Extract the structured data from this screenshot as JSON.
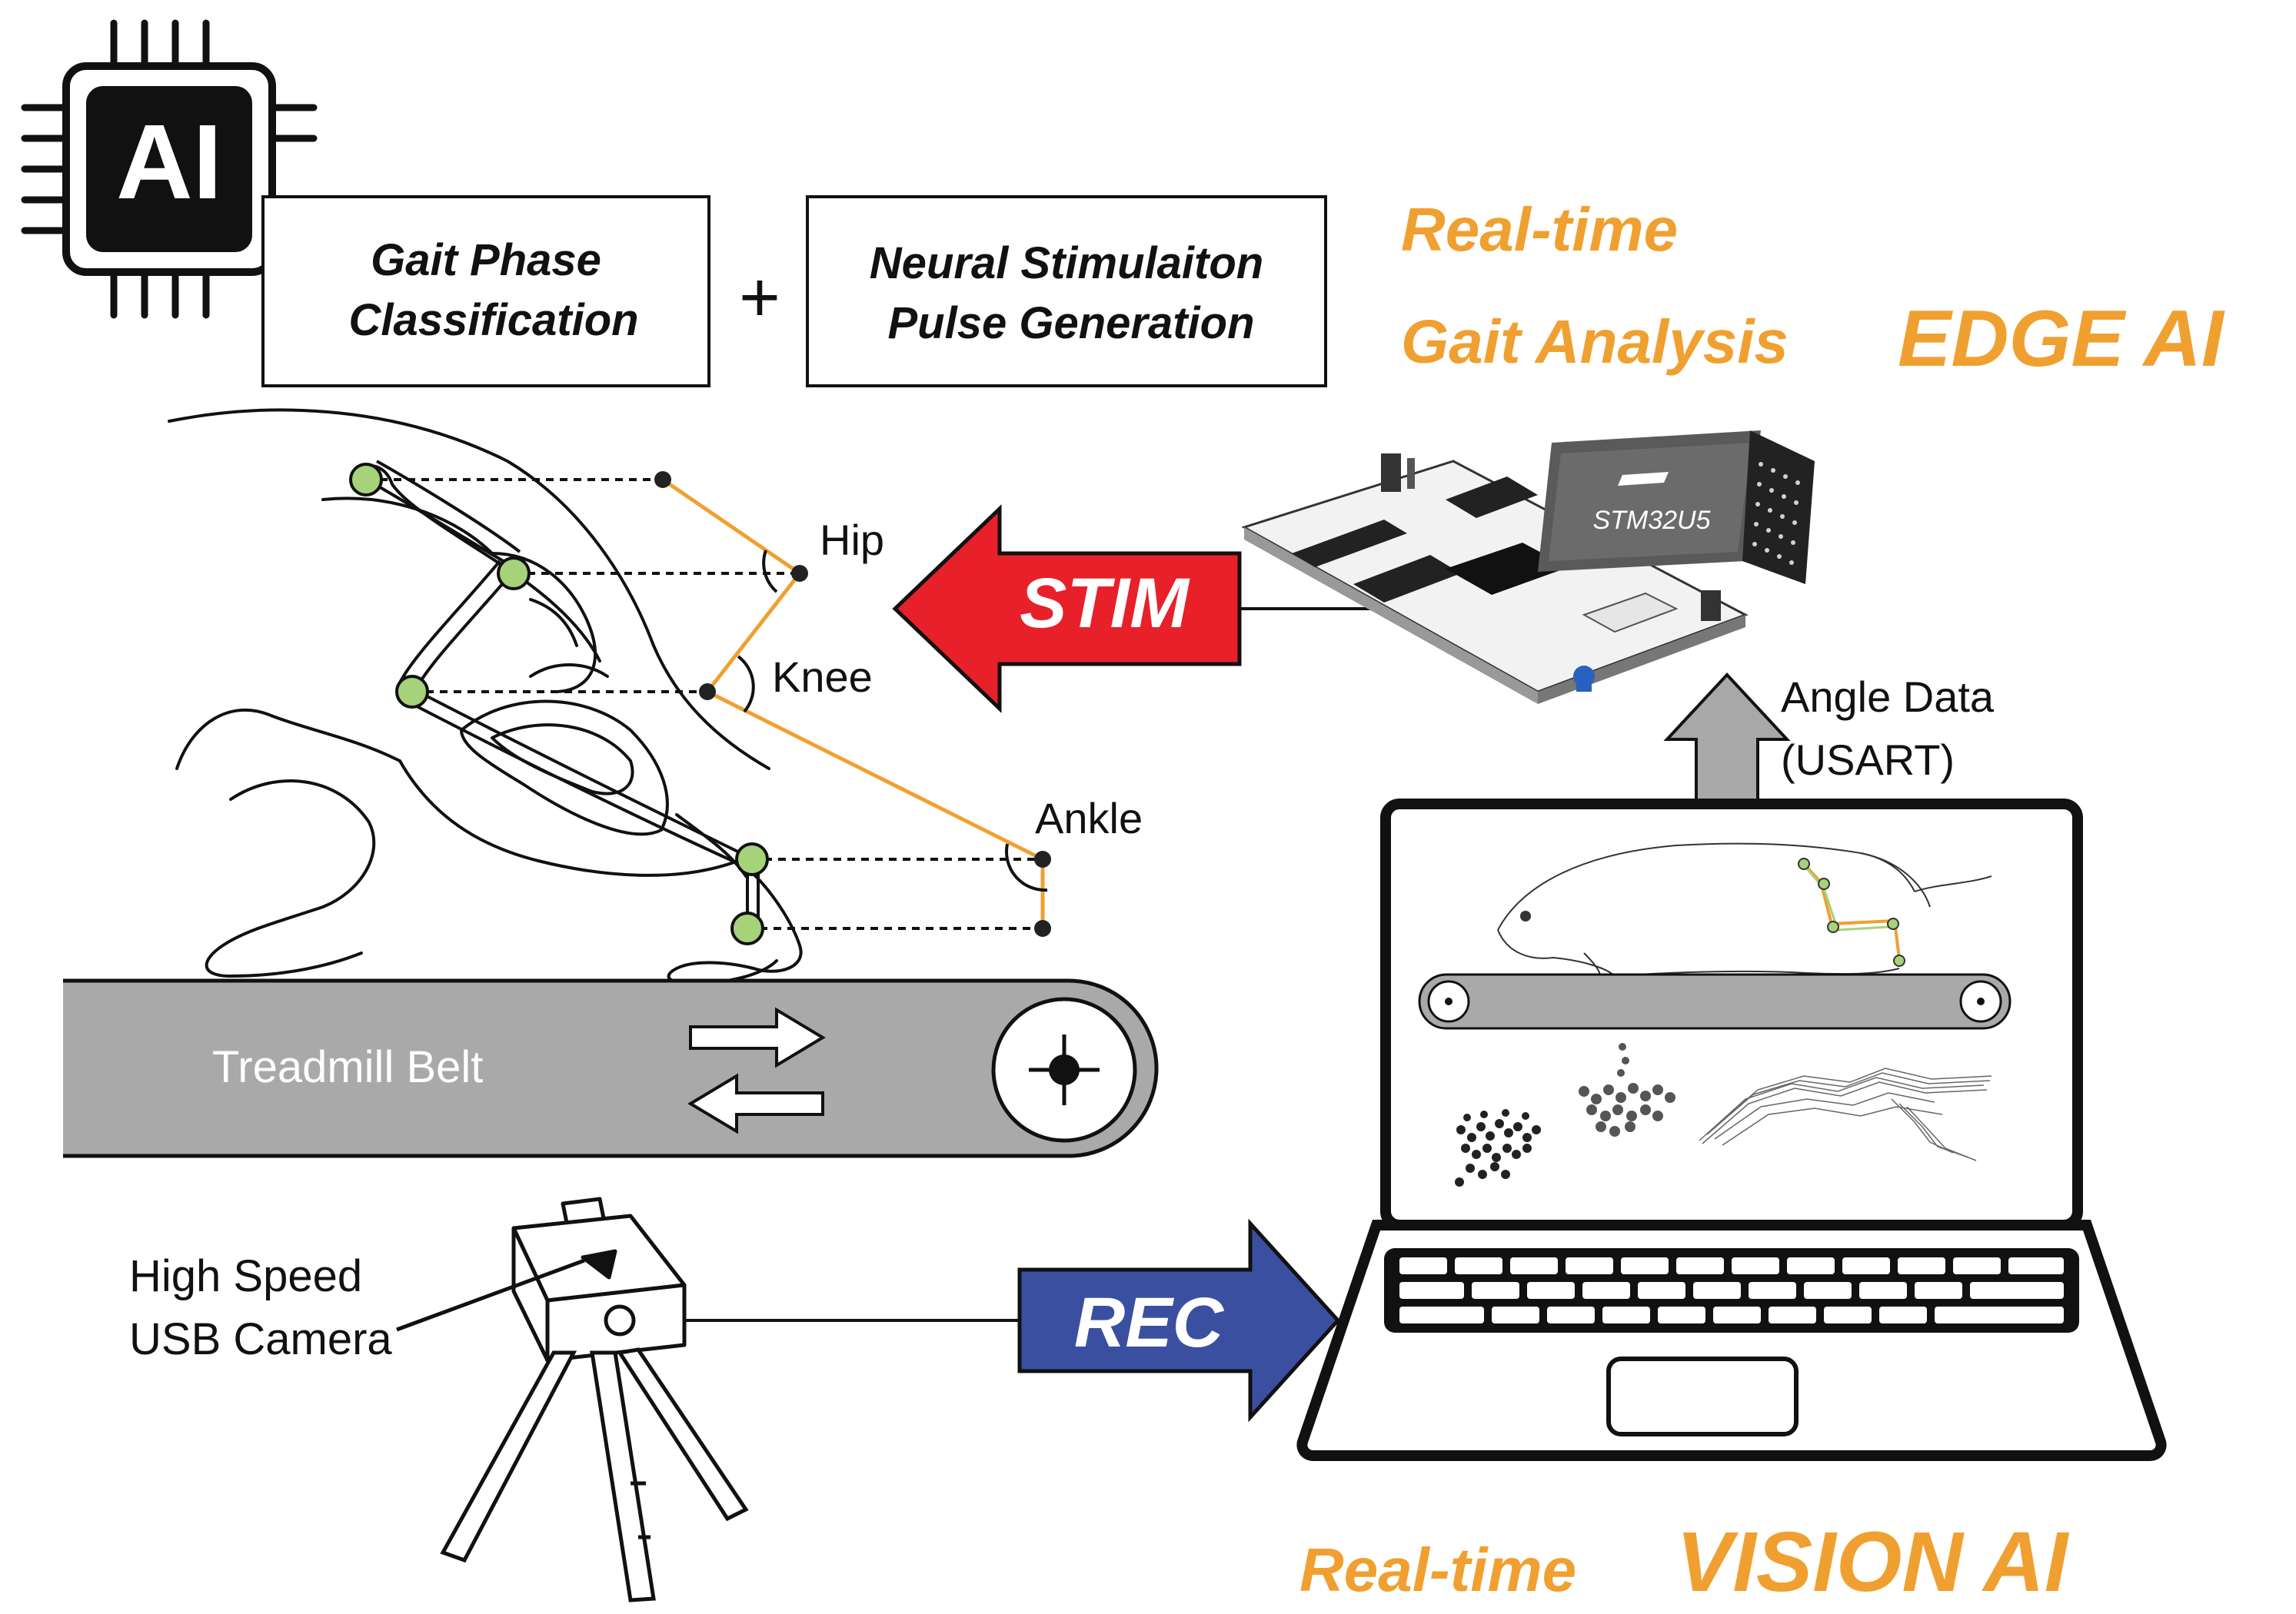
{
  "ai_chip": {
    "label": "AI"
  },
  "boxes": {
    "gait_phase": {
      "line1": "Gait Phase",
      "line2": "Classification"
    },
    "plus": "+",
    "neural_stim": {
      "line1": "Neural Stimulaiton",
      "line2": "Pulse Generation"
    }
  },
  "edge_ai_title": {
    "line1": "Real-time",
    "line2_prefix": "Gait Analysis",
    "line2_emphasis": "EDGE AI"
  },
  "vision_ai_title": {
    "prefix": "Real-time",
    "emphasis": "VISION AI"
  },
  "joints": {
    "hip": "Hip",
    "knee": "Knee",
    "ankle": "Ankle"
  },
  "arrows": {
    "stim": "STIM",
    "rec": "REC"
  },
  "angle_data": {
    "line1": "Angle Data",
    "line2": "(USART)"
  },
  "chip_label": "STM32U5",
  "treadmill": {
    "label": "Treadmill Belt"
  },
  "camera": {
    "line1": "High Speed",
    "line2": "USB Camera"
  },
  "colors": {
    "orange": "#f0a030",
    "stim_red": "#e8202a",
    "rec_blue": "#3a4fa0",
    "belt_gray": "#a9a9a9",
    "joint_green": "#a6d27a",
    "up_arrow_gray": "#a8a8a8"
  }
}
